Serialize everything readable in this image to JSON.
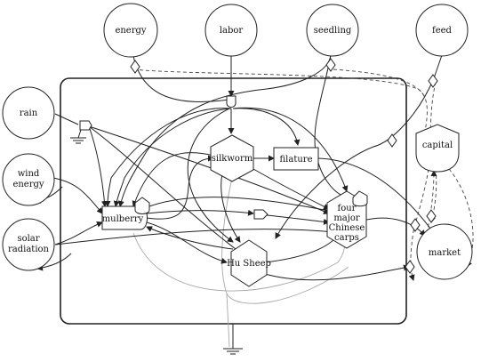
{
  "sources": {
    "energy": "energy",
    "labor": "labor",
    "seedling": "seedling",
    "feed": "feed",
    "rain": "rain",
    "wind_line1": "wind",
    "wind_line2": "energy",
    "solar_line1": "solar",
    "solar_line2": "radiation"
  },
  "components": {
    "mulberry": "mulberry",
    "silkworm": "silkworm",
    "filature": "filature",
    "hu_sheep": "Hu Sheep",
    "carps_line1": "four",
    "carps_line2": "major",
    "carps_line3": "Chinese",
    "carps_line4": "carps",
    "capital": "capital",
    "market": "market"
  },
  "colors": {
    "line": "#222222",
    "secondary_flow": "#a8a8a8",
    "background": "#ffffff"
  }
}
